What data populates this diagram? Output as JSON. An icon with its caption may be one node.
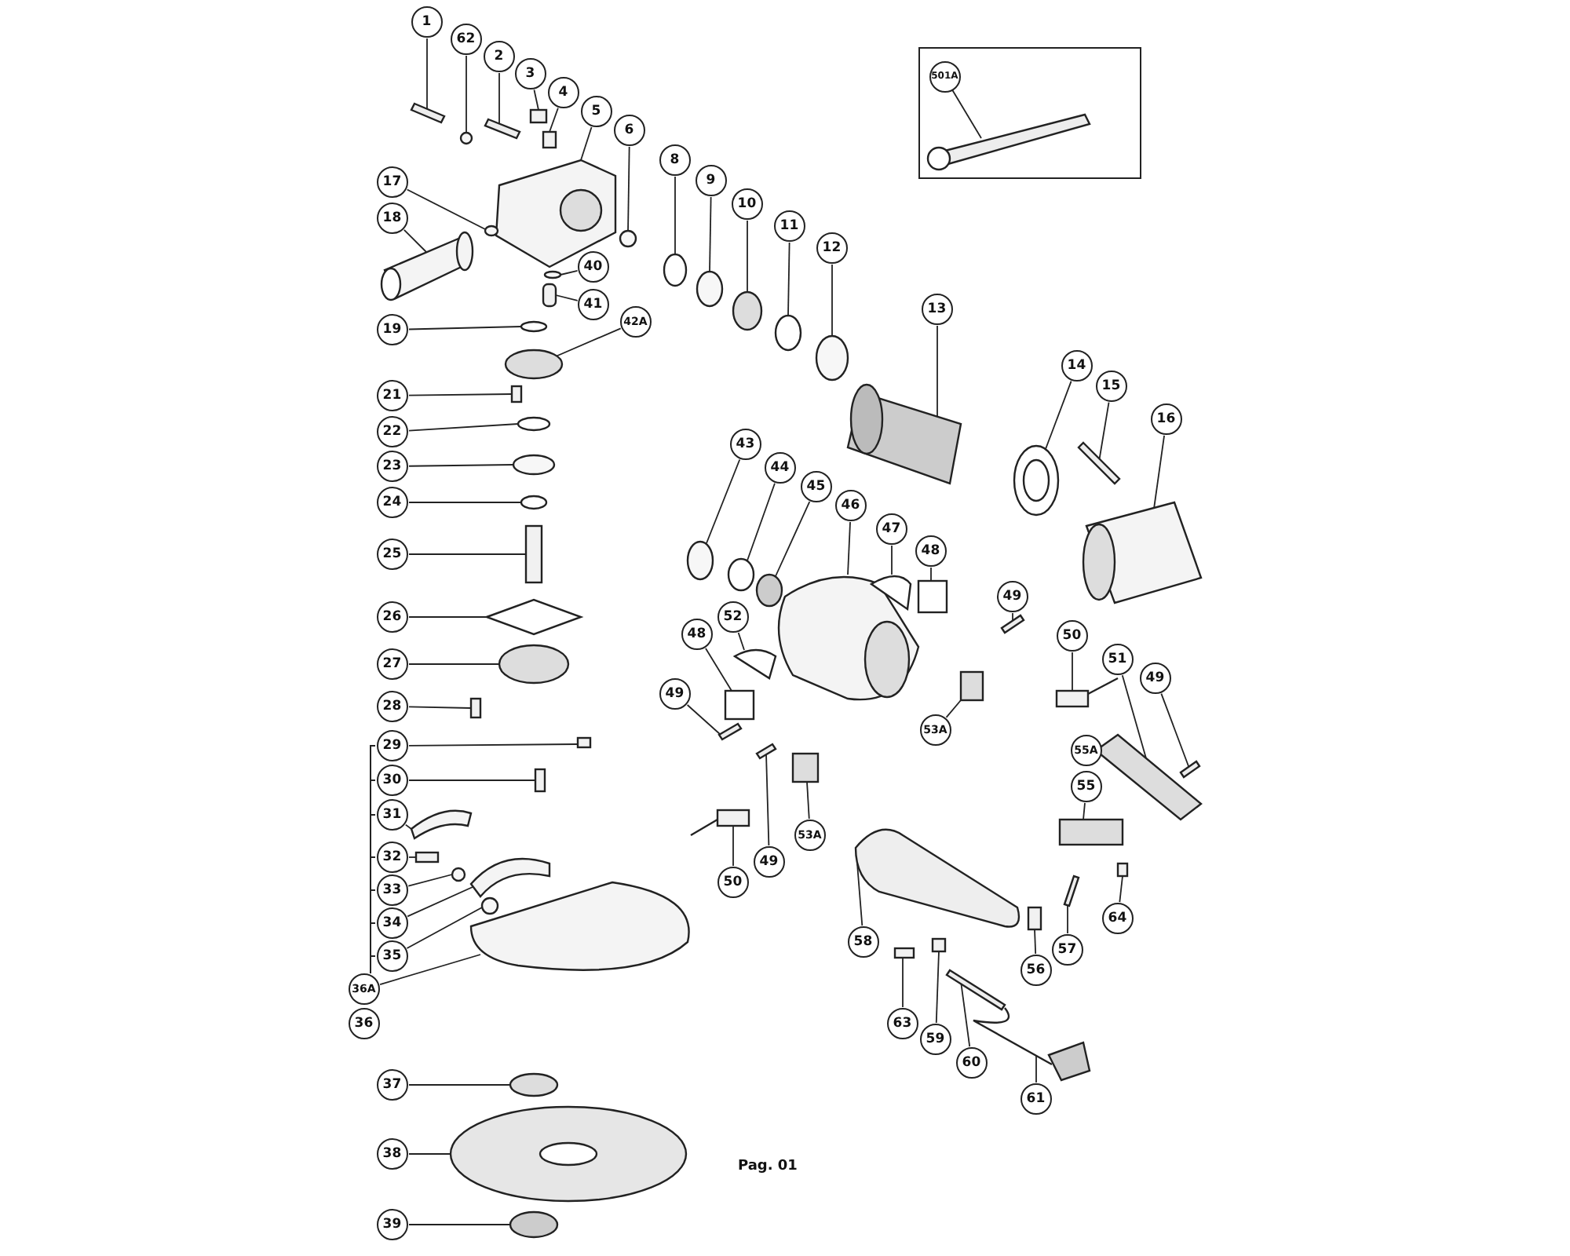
{
  "diagram": {
    "nodes": [
      {
        "text": [],
        "shape": "box"
      },
      {
        "text": [
          "501A"
        ],
        "in": 0
      },
      {
        "text": [
          "1"
        ]
      },
      {
        "text": [
          "62"
        ]
      },
      {
        "text": [
          "2"
        ]
      },
      {
        "text": [
          "3"
        ]
      },
      {
        "text": [
          "4"
        ]
      },
      {
        "text": [
          "5"
        ]
      },
      {
        "text": [
          "6"
        ]
      },
      {
        "text": [
          "17"
        ]
      },
      {
        "text": [
          "18"
        ]
      },
      {
        "text": [
          "40"
        ]
      },
      {
        "text": [
          "41"
        ]
      },
      {
        "text": [
          "42A"
        ]
      },
      {
        "text": [
          "19"
        ]
      },
      {
        "text": [
          "8"
        ]
      },
      {
        "text": [
          "9"
        ]
      },
      {
        "text": [
          "10"
        ]
      },
      {
        "text": [
          "11"
        ]
      },
      {
        "text": [
          "12"
        ]
      },
      {
        "text": [
          "13"
        ]
      },
      {
        "text": [
          "14"
        ]
      },
      {
        "text": [
          "15"
        ]
      },
      {
        "text": [
          "16"
        ]
      },
      {
        "text": [
          "21"
        ]
      },
      {
        "text": [
          "22"
        ]
      },
      {
        "text": [
          "23"
        ]
      },
      {
        "text": [
          "24"
        ]
      },
      {
        "text": [
          "25"
        ]
      },
      {
        "text": [
          "26"
        ]
      },
      {
        "text": [
          "27"
        ]
      },
      {
        "text": [
          "28"
        ]
      },
      {
        "text": [
          "29"
        ]
      },
      {
        "text": [
          "30"
        ]
      },
      {
        "text": [
          "31"
        ]
      },
      {
        "text": [
          "32"
        ]
      },
      {
        "text": [
          "33"
        ]
      },
      {
        "text": [
          "34"
        ]
      },
      {
        "text": [
          "35"
        ]
      },
      {
        "text": [
          "36A"
        ]
      },
      {
        "text": [
          "36"
        ]
      },
      {
        "text": [
          "37"
        ]
      },
      {
        "text": [
          "38"
        ]
      },
      {
        "text": [
          "39"
        ]
      },
      {
        "text": [
          "43"
        ]
      },
      {
        "text": [
          "44"
        ]
      },
      {
        "text": [
          "45"
        ]
      },
      {
        "text": [
          "46"
        ]
      },
      {
        "text": [
          "47"
        ]
      },
      {
        "text": [
          "48"
        ]
      },
      {
        "text": [
          "49"
        ]
      },
      {
        "text": [
          "52"
        ]
      },
      {
        "text": [
          "48"
        ]
      },
      {
        "text": [
          "49"
        ]
      },
      {
        "text": [
          "50"
        ]
      },
      {
        "text": [
          "51"
        ]
      },
      {
        "text": [
          "49"
        ]
      },
      {
        "text": [
          "53A"
        ]
      },
      {
        "text": [
          "55A"
        ]
      },
      {
        "text": [
          "55"
        ]
      },
      {
        "text": [
          "53A"
        ]
      },
      {
        "text": [
          "49"
        ]
      },
      {
        "text": [
          "50"
        ]
      },
      {
        "text": [
          "58"
        ]
      },
      {
        "text": [
          "64"
        ]
      },
      {
        "text": [
          "57"
        ]
      },
      {
        "text": [
          "56"
        ]
      },
      {
        "text": [
          "63"
        ]
      },
      {
        "text": [
          "59"
        ]
      },
      {
        "text": [
          "60"
        ]
      },
      {
        "text": [
          "61"
        ]
      },
      {
        "text": [],
        "shape": "bar",
        "in": 0
      },
      {
        "text": [],
        "shape": "bar"
      },
      {
        "text": [],
        "shape": "circle"
      },
      {
        "text": [],
        "shape": "bar"
      },
      {
        "text": [],
        "shape": "box"
      },
      {
        "text": [],
        "shape": "box"
      },
      {
        "text": [],
        "shape": "picture"
      },
      {
        "text": [],
        "shape": "circle"
      },
      {
        "text": [],
        "shape": "circle"
      },
      {
        "text": [],
        "shape": "picture"
      },
      {
        "text": [],
        "shape": "circle"
      },
      {
        "text": [],
        "shape": "box"
      },
      {
        "text": [],
        "shape": "circle"
      },
      {
        "text": [],
        "shape": "circle"
      },
      {
        "text": [],
        "shape": "circle"
      },
      {
        "text": [],
        "shape": "circle"
      },
      {
        "text": [],
        "shape": "circle"
      },
      {
        "text": [],
        "shape": "circle"
      },
      {
        "text": [],
        "shape": "circle"
      },
      {
        "text": [],
        "shape": "picture"
      },
      {
        "text": [],
        "shape": "circle"
      },
      {
        "text": [],
        "shape": "bar"
      },
      {
        "text": [],
        "shape": "picture"
      },
      {
        "text": [],
        "shape": "box"
      },
      {
        "text": [],
        "shape": "circle"
      },
      {
        "text": [],
        "shape": "circle"
      },
      {
        "text": [],
        "shape": "circle"
      },
      {
        "text": [],
        "shape": "box"
      },
      {
        "text": [],
        "shape": "diamond"
      },
      {
        "text": [],
        "shape": "circle"
      },
      {
        "text": [],
        "shape": "box"
      },
      {
        "text": [],
        "shape": "box"
      },
      {
        "text": [],
        "shape": "box"
      },
      {
        "text": [],
        "shape": "picture"
      },
      {
        "text": [],
        "shape": "box"
      },
      {
        "text": [],
        "shape": "circle"
      },
      {
        "text": [],
        "shape": "picture"
      },
      {
        "text": [],
        "shape": "circle"
      },
      {
        "text": [],
        "shape": "picture"
      },
      {
        "text": [],
        "shape": "circle"
      },
      {
        "text": [],
        "shape": "circle"
      },
      {
        "text": [],
        "shape": "circle"
      },
      {
        "text": [],
        "shape": "circle"
      },
      {
        "text": [],
        "shape": "circle"
      },
      {
        "text": [],
        "shape": "circle"
      },
      {
        "text": [],
        "shape": "picture"
      },
      {
        "text": [],
        "shape": "picture"
      },
      {
        "text": [],
        "shape": "box"
      },
      {
        "text": [],
        "shape": "bar"
      },
      {
        "text": [],
        "shape": "picture"
      },
      {
        "text": [],
        "shape": "box"
      },
      {
        "text": [],
        "shape": "bar"
      },
      {
        "text": [],
        "shape": "box"
      },
      {
        "text": [],
        "shape": "picture"
      },
      {
        "text": [],
        "shape": "bar"
      },
      {
        "text": [],
        "shape": "box"
      },
      {
        "text": [],
        "shape": "box"
      },
      {
        "text": [],
        "shape": "box"
      },
      {
        "text": [],
        "shape": "bar"
      },
      {
        "text": [],
        "shape": "box"
      },
      {
        "text": [],
        "shape": "picture"
      },
      {
        "text": [],
        "shape": "box"
      },
      {
        "text": [],
        "shape": "bar"
      },
      {
        "text": [],
        "shape": "box"
      },
      {
        "text": [],
        "shape": "box"
      },
      {
        "text": [],
        "shape": "box"
      },
      {
        "text": [],
        "shape": "bar"
      },
      {
        "text": [],
        "shape": "picture"
      }
    ],
    "edges": [
      {
        "from": 1,
        "to": 71,
        "arrow": "none"
      },
      {
        "from": 2,
        "to": 72,
        "arrow": "none"
      },
      {
        "from": 3,
        "to": 73,
        "arrow": "none"
      },
      {
        "from": 4,
        "to": 74,
        "arrow": "none"
      },
      {
        "from": 5,
        "to": 75,
        "arrow": "none"
      },
      {
        "from": 6,
        "to": 76,
        "arrow": "none"
      },
      {
        "from": 7,
        "to": 77,
        "arrow": "none"
      },
      {
        "from": 8,
        "to": 78,
        "arrow": "none"
      },
      {
        "from": 9,
        "to": 79,
        "arrow": "none"
      },
      {
        "from": 10,
        "to": 80,
        "arrow": "none"
      },
      {
        "from": 11,
        "to": 81,
        "arrow": "none"
      },
      {
        "from": 12,
        "to": 82,
        "arrow": "none"
      },
      {
        "from": 13,
        "to": 83,
        "arrow": "none"
      },
      {
        "from": 14,
        "to": 84,
        "arrow": "none"
      },
      {
        "from": 15,
        "to": 85,
        "arrow": "none"
      },
      {
        "from": 16,
        "to": 86,
        "arrow": "none"
      },
      {
        "from": 17,
        "to": 87,
        "arrow": "none"
      },
      {
        "from": 18,
        "to": 88,
        "arrow": "none"
      },
      {
        "from": 19,
        "to": 89,
        "arrow": "none"
      },
      {
        "from": 20,
        "to": 90,
        "arrow": "none"
      },
      {
        "from": 21,
        "to": 91,
        "arrow": "none"
      },
      {
        "from": 22,
        "to": 92,
        "arrow": "none"
      },
      {
        "from": 23,
        "to": 93,
        "arrow": "none"
      },
      {
        "from": 24,
        "to": 94,
        "arrow": "none"
      },
      {
        "from": 25,
        "to": 95,
        "arrow": "none"
      },
      {
        "from": 26,
        "to": 96,
        "arrow": "none"
      },
      {
        "from": 27,
        "to": 97,
        "arrow": "none"
      },
      {
        "from": 28,
        "to": 98,
        "arrow": "none"
      },
      {
        "from": 29,
        "to": 99,
        "arrow": "none"
      },
      {
        "from": 30,
        "to": 100,
        "arrow": "none"
      },
      {
        "from": 31,
        "to": 101,
        "arrow": "none"
      },
      {
        "from": 32,
        "to": 102,
        "arrow": "none"
      },
      {
        "from": 33,
        "to": 103,
        "arrow": "none"
      },
      {
        "from": 34,
        "to": 104,
        "arrow": "none"
      },
      {
        "from": 35,
        "to": 105,
        "arrow": "none"
      },
      {
        "from": 36,
        "to": 106,
        "arrow": "none"
      },
      {
        "from": 37,
        "to": 107,
        "arrow": "none"
      },
      {
        "from": 38,
        "to": 108,
        "arrow": "none"
      },
      {
        "from": 39,
        "to": 109,
        "arrow": "none"
      },
      {
        "from": 41,
        "to": 110,
        "arrow": "none"
      },
      {
        "from": 42,
        "to": 111,
        "arrow": "none"
      },
      {
        "from": 43,
        "to": 112,
        "arrow": "none"
      },
      {
        "from": 44,
        "to": 113,
        "arrow": "none"
      },
      {
        "from": 45,
        "to": 114,
        "arrow": "none"
      },
      {
        "from": 46,
        "to": 115,
        "arrow": "none"
      },
      {
        "from": 47,
        "to": 116,
        "arrow": "none"
      },
      {
        "from": 48,
        "to": 117,
        "arrow": "none"
      },
      {
        "from": 49,
        "to": 118,
        "arrow": "none"
      },
      {
        "from": 50,
        "to": 119,
        "arrow": "none"
      },
      {
        "from": 51,
        "to": 120,
        "arrow": "none"
      },
      {
        "from": 52,
        "to": 121,
        "arrow": "none"
      },
      {
        "from": 53,
        "to": 122,
        "arrow": "none"
      },
      {
        "from": 54,
        "to": 123,
        "arrow": "none"
      },
      {
        "from": 55,
        "to": 124,
        "arrow": "none"
      },
      {
        "from": 56,
        "to": 125,
        "arrow": "none"
      },
      {
        "from": 57,
        "to": 126,
        "arrow": "none"
      },
      {
        "from": 59,
        "to": 127,
        "arrow": "none"
      },
      {
        "from": 60,
        "to": 128,
        "arrow": "none"
      },
      {
        "from": 61,
        "to": 129,
        "arrow": "none"
      },
      {
        "from": 62,
        "to": 130,
        "arrow": "none"
      },
      {
        "from": 63,
        "to": 131,
        "arrow": "none"
      },
      {
        "from": 64,
        "to": 132,
        "arrow": "none"
      },
      {
        "from": 65,
        "to": 133,
        "arrow": "none"
      },
      {
        "from": 66,
        "to": 134,
        "arrow": "none"
      },
      {
        "from": 67,
        "to": 135,
        "arrow": "none"
      },
      {
        "from": 68,
        "to": 136,
        "arrow": "none"
      },
      {
        "from": 69,
        "to": 137,
        "arrow": "none"
      },
      {
        "from": 70,
        "to": 138,
        "arrow": "none"
      }
    ],
    "labels": [
      "Pag. 01"
    ]
  }
}
